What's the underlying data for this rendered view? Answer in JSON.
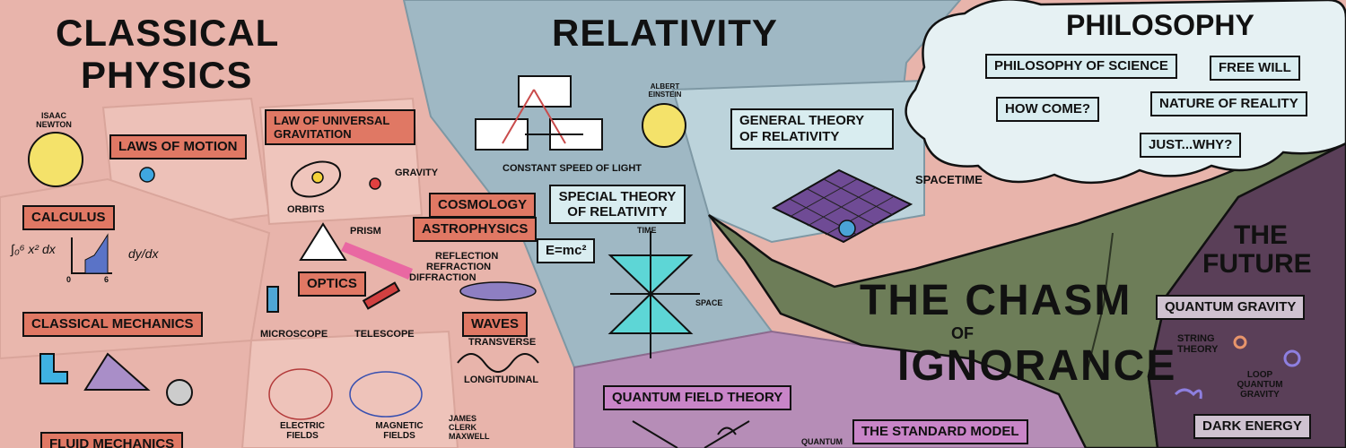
{
  "sections": {
    "classical_physics": {
      "title_line1": "CLASSICAL",
      "title_line2": "PHYSICS"
    },
    "relativity": {
      "title": "RELATIVITY"
    },
    "philosophy": {
      "title": "PHILOSOPHY"
    },
    "future": {
      "title_line1": "THE",
      "title_line2": "FUTURE"
    },
    "chasm": {
      "line1": "THE CHASM",
      "line2": "OF",
      "line3": "IGNORANCE"
    }
  },
  "classical": {
    "newton": "ISAAC NEWTON",
    "laws_of_motion": "LAWS OF MOTION",
    "law_of_gravitation": "LAW OF UNIVERSAL GRAVITATION",
    "calculus": "CALCULUS",
    "orbits": "ORBITS",
    "gravity": "GRAVITY",
    "cosmology": "COSMOLOGY",
    "astrophysics": "ASTROPHYSICS",
    "prism": "PRISM",
    "optics": "OPTICS",
    "reflection": "REFLECTION",
    "refraction": "REFRACTION",
    "diffraction": "DIFFRACTION",
    "microscope": "MICROSCOPE",
    "telescope": "TELESCOPE",
    "waves": "WAVES",
    "transverse": "TRANSVERSE",
    "longitudinal": "LONGITUDINAL",
    "classical_mechanics": "CLASSICAL MECHANICS",
    "electric_fields": "ELECTRIC FIELDS",
    "magnetic_fields": "MAGNETIC FIELDS",
    "maxwell": "JAMES CLERK MAXWELL",
    "fluid_mechanics": "FLUID MECHANICS",
    "calc_integral": "∫₀⁶ x² dx",
    "calc_axis_0": "0",
    "calc_axis_6": "6",
    "calc_derivative": "dy/dx"
  },
  "relativity": {
    "einstein": "ALBERT EINSTEIN",
    "constant_speed_of_light": "CONSTANT SPEED OF LIGHT",
    "special_theory": "SPECIAL THEORY OF RELATIVITY",
    "general_theory": "GENERAL THEORY OF RELATIVITY",
    "spacetime": "SPACETIME",
    "emc2": "E=mc²",
    "time": "TIME",
    "space": "SPACE"
  },
  "philosophy": {
    "philosophy_of_science": "PHILOSOPHY OF SCIENCE",
    "free_will": "FREE WILL",
    "how_come": "HOW COME?",
    "nature_of_reality": "NATURE OF REALITY",
    "just_why": "JUST...WHY?"
  },
  "quantum": {
    "quantum_field_theory": "QUANTUM FIELD THEORY",
    "standard_model": "THE STANDARD MODEL",
    "quantum": "QUANTUM"
  },
  "future": {
    "quantum_gravity": "QUANTUM GRAVITY",
    "string_theory": "STRING THEORY",
    "loop_quantum_gravity": "LOOP QUANTUM GRAVITY",
    "dark_energy": "DARK ENERGY"
  },
  "colors": {
    "classical_bg": "#e8b4ab",
    "relativity_bg": "#9fb8c4",
    "philosophy_cloud": "#e6f1f3",
    "chasm_green": "#6d7d58",
    "future_purple": "#5a3f58",
    "quantum_purple": "#b68db7",
    "red_box": "#e07864",
    "blue_box": "#d9edf0",
    "purple_box": "#c985c8"
  }
}
